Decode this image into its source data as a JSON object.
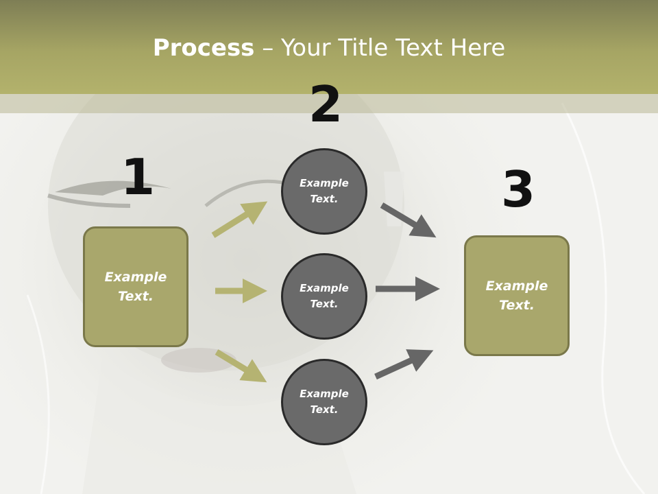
{
  "title": {
    "bold": "Process",
    "rest": " – Your Title Text Here"
  },
  "steps": {
    "one": "1",
    "two": "2",
    "three": "3"
  },
  "left_box": {
    "line1": "Example",
    "line2": "Text."
  },
  "circles": [
    {
      "line1": "Example",
      "line2": "Text."
    },
    {
      "line1": "Example",
      "line2": "Text."
    },
    {
      "line1": "Example",
      "line2": "Text."
    }
  ],
  "right_box": {
    "line1": "Example",
    "line2": "Text."
  },
  "colors": {
    "title_bar": "#a6a564",
    "box_fill": "#a9a76c",
    "circle_fill": "#6a6a6a",
    "arrow_olive": "#b5b372",
    "arrow_gray": "#666666"
  }
}
